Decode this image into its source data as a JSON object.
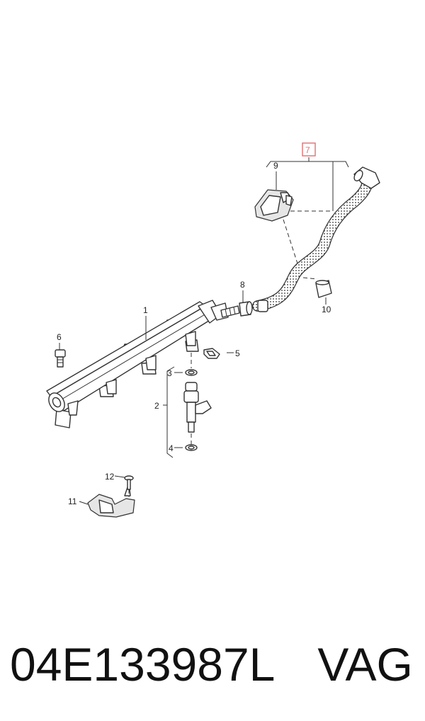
{
  "callouts": {
    "c1": "1",
    "c2": "2",
    "c3": "3",
    "c4": "4",
    "c5": "5",
    "c6": "6",
    "c7": "7",
    "c8": "8",
    "c9": "9",
    "c10": "10",
    "c11": "11",
    "c12": "12"
  },
  "highlight_color": "#e07070",
  "caption": {
    "part_number": "04E133987L",
    "brand": "VAG"
  }
}
